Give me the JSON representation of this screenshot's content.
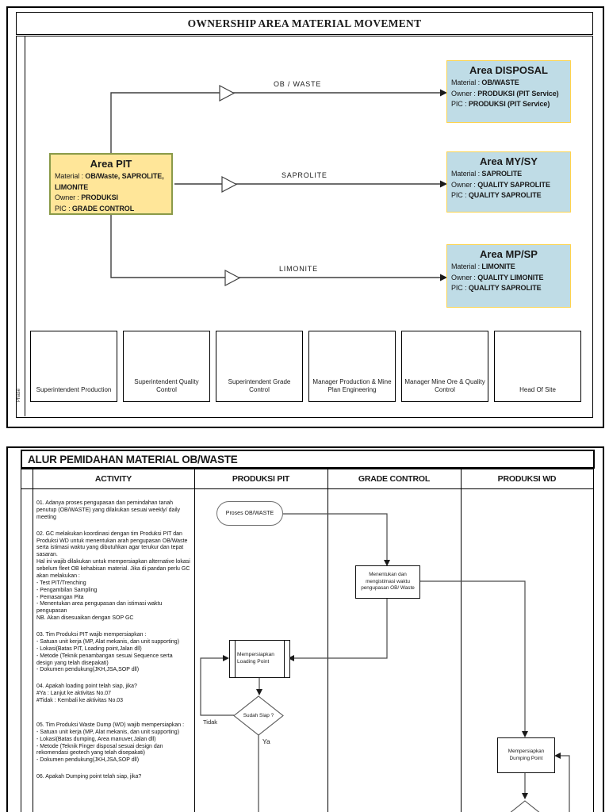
{
  "page1": {
    "title": "OWNERSHIP AREA MATERIAL MOVEMENT",
    "phase_label": "Phase",
    "area_pit": {
      "title": "Area PIT",
      "rows": [
        {
          "label": "Material : ",
          "value": "OB/Waste, SAPROLITE, LIMONITE"
        },
        {
          "label": "Owner : ",
          "value": "PRODUKSI"
        },
        {
          "label": "PIC : ",
          "value": "GRADE CONTROL"
        }
      ]
    },
    "area_disposal": {
      "title": "Area DISPOSAL",
      "rows": [
        {
          "label": "Material : ",
          "value": "OB/WASTE"
        },
        {
          "label": "Owner : ",
          "value": "PRODUKSI (PIT Service)"
        },
        {
          "label": "PIC : ",
          "value": "PRODUKSI (PIT Service)"
        }
      ]
    },
    "area_mysy": {
      "title": "Area MY/SY",
      "rows": [
        {
          "label": "Material : ",
          "value": "SAPROLITE"
        },
        {
          "label": "Owner : ",
          "value": "QUALITY SAPROLITE"
        },
        {
          "label": "PIC : ",
          "value": "QUALITY SAPROLITE"
        }
      ]
    },
    "area_mpsp": {
      "title": "Area MP/SP",
      "rows": [
        {
          "label": "Material : ",
          "value": "LIMONITE"
        },
        {
          "label": "Owner : ",
          "value": "QUALITY LIMONITE"
        },
        {
          "label": "PIC : ",
          "value": "QUALITY SAPROLITE"
        }
      ]
    },
    "flow_labels": {
      "top": "OB / WASTE",
      "middle": "SAPROLITE",
      "bottom": "LIMONITE"
    },
    "signatures": [
      "Superintendent Production",
      "Superintendent Quality Control",
      "Superintendent Grade Control",
      "Manager Production & Mine Plan Engineering",
      "Manager Mine Ore & Quality Control",
      "Head Of Site"
    ]
  },
  "page2": {
    "title": "ALUR PEMIDAHAN MATERIAL OB/WASTE",
    "columns": [
      "ACTIVITY",
      "PRODUKSI PIT",
      "GRADE CONTROL",
      "PRODUKSI WD"
    ],
    "activities": [
      "01. Adanya proses pengupasan dan pemindahan tanah penutup (OB/WASTE) yang dilakukan sesuai weekly/ daily meeting",
      "02. GC melakukan koordinasi dengan tim Produksi PIT dan Produksi WD untuk menentukan arah pengupasan OB/Waste serta istimasi waktu yang dibutuhkan agar terukur dan tepat sasaran.\nHal ini wajib dilakukan untuk mempersiapkan alternative lokasi sebelum fleet OB kehabisan material. Jika di pandan perlu GC akan melakukan :\n- Test PIT/Trenching\n- Pengambilan Sampling\n- Pemasangan Pita\n- Menentukan area pengupasan dan istimasi waktu pengupasan\nNB. Akan disesuaikan dengan SOP GC",
      "03. Tim Produksi PIT wajib mempersiapkan :\n- Satuan unit kerja (MP, Alat mekanis, dan unit supporting)\n- Lokasi(Batas PIT, Loading point,Jalan dll)\n- Metode (Teknik penambangan sesuai Sequence serta design yang telah disepakati)\n- Dokumen pendukung(JKH,JSA,SOP dll)",
      "04. Apakah loading point telah siap, jika?\n#Ya : Lanjut ke aktivitas No.07\n#Tidak : Kembali ke aktivitas No.03",
      "05. Tim Produksi Waste Dump (WD) wajib mempersiapkan :\n- Satuan unit kerja (MP, Alat mekanis, dan unit supporting)\n- Lokasi(Batas dumping, Area manuver,Jalan dll)\n- Metode (Teknik Finger disposal sesuai design dan rekomendasi geotech yang telah disepakati)\n- Dokumen pendukung(JKH,JSA,SOP dll)",
      "06. Apakah Dumping point telah siap, jika?"
    ],
    "flow": {
      "start": "Proses OB/WASTE",
      "gc_box": "Menentukan dan mengistimasi waktu pengupasan OB/ Waste",
      "loading_box": "Mempersiapkan Loading Point",
      "decision": "Sudah Siap ?",
      "no_label": "Tidak",
      "yes_label": "Ya",
      "dumping_box": "Mempersiapkan Dumping Point"
    }
  },
  "colors": {
    "pit_fill": "#FFE699",
    "pit_border": "#8A9A49",
    "area_fill": "#BFDCE6",
    "area_border": "#FFD34D",
    "line": "#3F3F3F"
  }
}
